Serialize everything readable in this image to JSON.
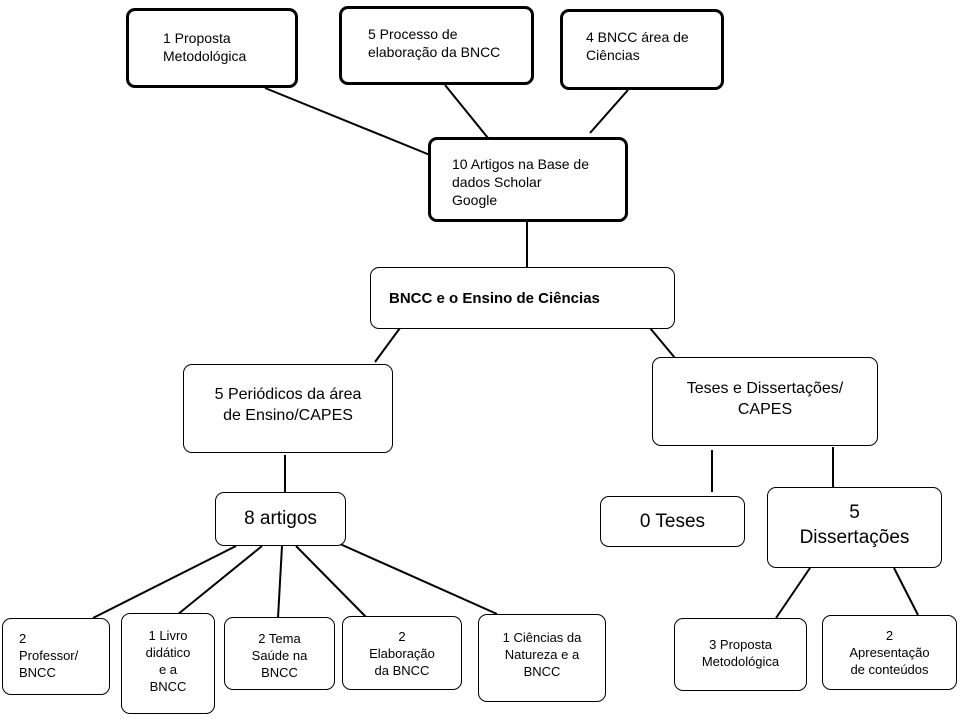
{
  "nodes": {
    "proposta": "1 Proposta\nMetodológica",
    "processo": "5 Processo de\nelaboração da BNCC",
    "bncc_area": "4  BNCC área de\nCiências",
    "artigos_google": "10 Artigos na Base de\ndados Scholar\nGoogle",
    "bncc_ensino": "BNCC e o Ensino de Ciências",
    "periodicos": "5 Periódicos da área\nde Ensino/CAPES",
    "teses_diss": "Teses e Dissertações/\nCAPES",
    "oito_artigos": "8 artigos",
    "zero_teses": "0 Teses",
    "cinco_diss": "5\nDissertações",
    "professor": "2\nProfessor/\nBNCC",
    "livro": "1 Livro\ndidático\ne a\nBNCC",
    "tema_saude": "2 Tema\nSaúde na\nBNCC",
    "elaboracao": "2\nElaboração\nda BNCC",
    "ciencias_nat": "1 Ciências da\nNatureza e a\nBNCC",
    "proposta_met": "3 Proposta\nMetodológica",
    "apresentacao": "2\nApresentação\nde conteúdos"
  }
}
